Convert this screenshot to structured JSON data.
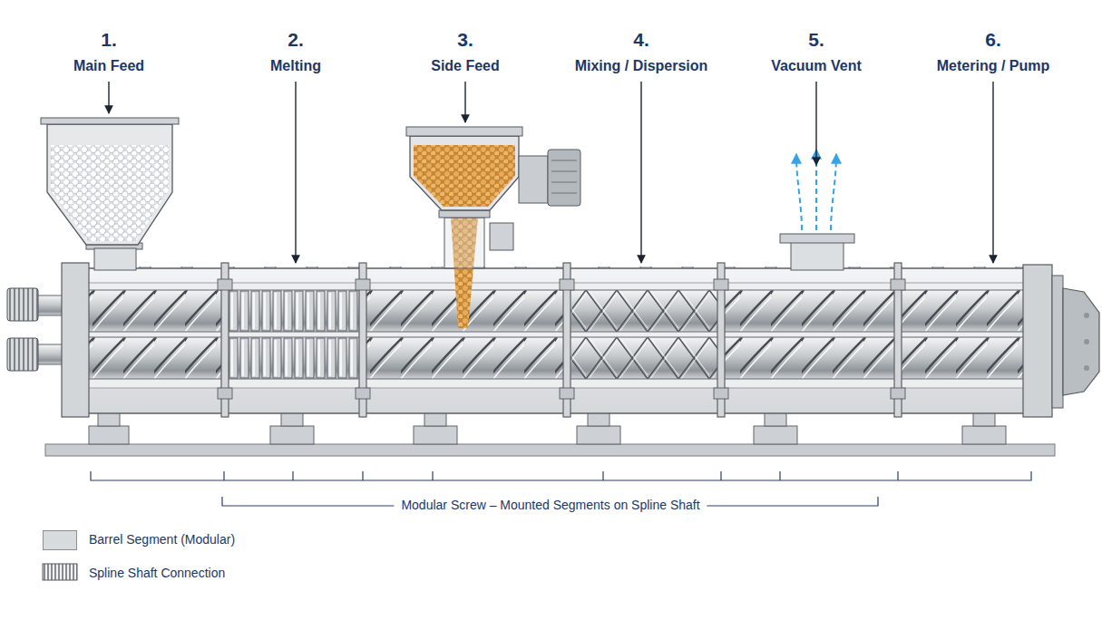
{
  "diagram": {
    "labels": [
      "1.",
      "Main Feed",
      "2.",
      "Melting",
      "3.",
      "Side Feed",
      "4.",
      "Mixing / Dispersion",
      "5.",
      "Vacuum Vent",
      "6.",
      "Metering / Pump",
      "Modular Screw – Mounted Segments on Spline Shaft"
    ],
    "legend": [
      {
        "text": "Barrel Segment (Modular)",
        "color": "#d8dbde"
      },
      {
        "text": "Spline Shaft Connection"
      }
    ]
  }
}
